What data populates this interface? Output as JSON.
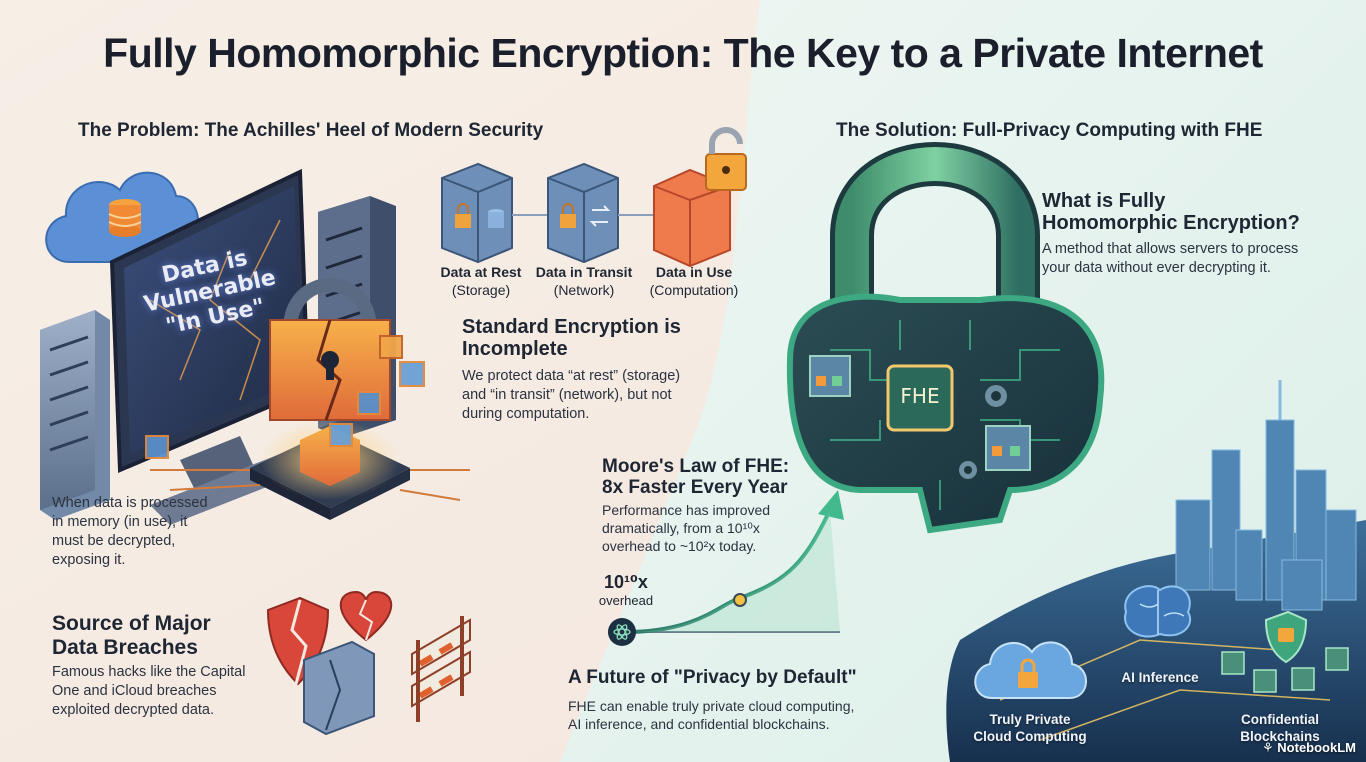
{
  "title": "Fully Homomorphic Encryption: The Key to a Private Internet",
  "problem": {
    "heading": "The Problem: The Achilles' Heel of Modern Security",
    "screen_text": [
      "Data is",
      "Vulnerable",
      "\"In Use\""
    ],
    "states": [
      {
        "title": "Data at Rest",
        "sub": "(Storage)"
      },
      {
        "title": "Data in Transit",
        "sub": "(Network)"
      },
      {
        "title": "Data in Use",
        "sub": "(Computation)"
      }
    ],
    "standard": {
      "title_lines": [
        "Standard Encryption is",
        "Incomplete"
      ],
      "body_lines": [
        "We protect data “at rest” (storage)",
        "and “in transit” (network), but not",
        "during computation."
      ]
    },
    "in_use": {
      "body_lines": [
        "When data is processed",
        "in memory (in use), it",
        "must be decrypted,",
        "exposing it."
      ]
    },
    "breaches": {
      "title_lines": [
        "Source of Major",
        "Data Breaches"
      ],
      "body_lines": [
        "Famous hacks like the Capital",
        "One and iCloud breaches",
        "exploited decrypted data."
      ]
    }
  },
  "solution": {
    "heading": "The Solution: Full-Privacy Computing with FHE",
    "what": {
      "title_lines": [
        "What is Fully",
        "Homomorphic Encryption?"
      ],
      "body_lines": [
        "A method that allows servers to process",
        "your data without ever decrypting it."
      ]
    },
    "chip_label": "FHE",
    "moore": {
      "title_lines": [
        "Moore's Law of FHE:",
        "8x Faster Every Year"
      ],
      "body_lines": [
        "Performance has improved",
        "dramatically, from a 10¹⁰x",
        "overhead to ~10²x today."
      ],
      "start_value": "10¹⁰x",
      "start_label": "overhead"
    },
    "future": {
      "title": "A Future of \"Privacy by Default\"",
      "body_lines": [
        "FHE can enable truly private cloud computing,",
        "AI inference, and confidential blockchains."
      ]
    },
    "city": {
      "cloud_lines": [
        "Truly Private",
        "Cloud Computing"
      ],
      "ai": "AI Inference",
      "chain_lines": [
        "Confidential",
        "Blockchains"
      ]
    }
  },
  "watermark": "NotebookLM",
  "colors": {
    "accent_green": "#2fae8c",
    "accent_orange": "#f08a34",
    "danger_red": "#d9463a",
    "title": "#1a1f2b"
  },
  "icons": [
    "cloud-database-icon",
    "cracked-monitor-icon",
    "broken-padlock-icon",
    "server-tower-icon",
    "cpu-chip-icon",
    "padlock-storage-icon",
    "padlock-transfer-icon",
    "open-padlock-icon",
    "broken-shield-icon",
    "broken-heart-icon",
    "barricade-icon",
    "fhe-padlock-icon",
    "gear-icon",
    "brain-icon",
    "chain-icon",
    "atom-icon",
    "growth-arrow-icon"
  ]
}
